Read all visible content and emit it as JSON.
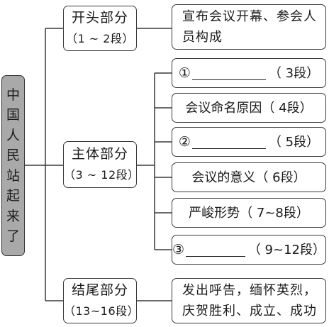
{
  "root": {
    "chars": [
      "中",
      "国",
      "人",
      "民",
      "站",
      "起",
      "来",
      "了"
    ]
  },
  "sections": [
    {
      "title": "开头部分",
      "para": "（1 ~ 2段）",
      "items": [
        {
          "text": "宣布会议开幕、参会人员构成"
        }
      ]
    },
    {
      "title": "主体部分",
      "para": "（3 ~ 12段）",
      "items": [
        {
          "num": "①",
          "text": "（ 3段）"
        },
        {
          "text": "会议命名原因（ 4段）"
        },
        {
          "num": "②",
          "text": "（ 5段）"
        },
        {
          "text": "会议的意义（ 6段）"
        },
        {
          "text": "严峻形势（ 7~8段）"
        },
        {
          "num": "③",
          "text": "（ 9~12段）"
        }
      ]
    },
    {
      "title": "结尾部分",
      "para": "（13~16段）",
      "items": [
        {
          "text": "发出呼告，缅怀英烈，庆贺胜利、成立、成功"
        }
      ]
    }
  ]
}
